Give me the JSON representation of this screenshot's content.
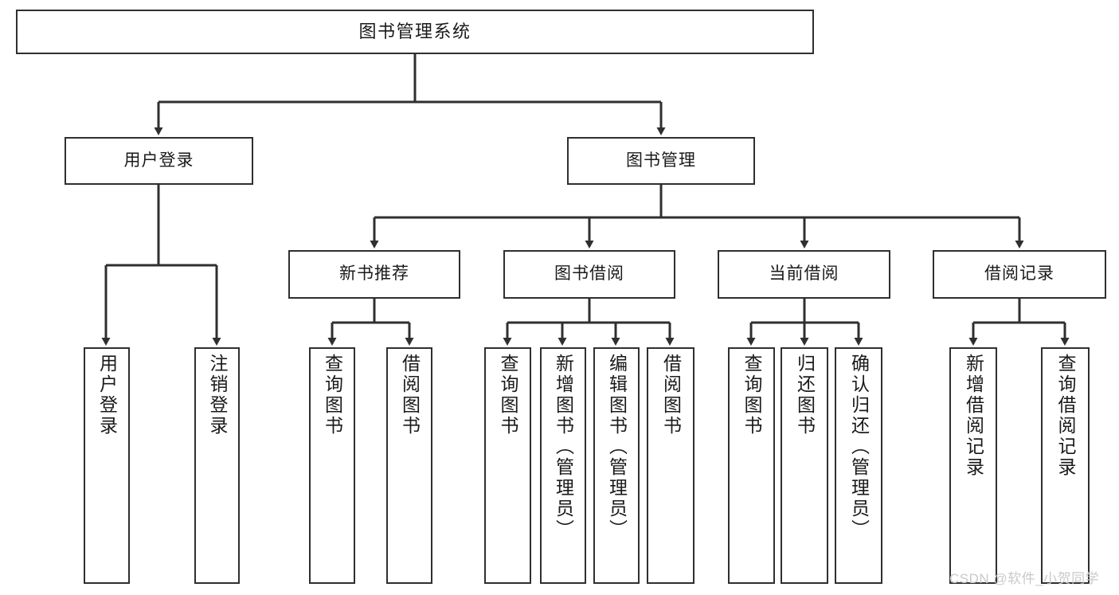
{
  "diagram": {
    "type": "tree-hierarchy-chart",
    "title": "图书管理系统",
    "watermark": "CSDN @软件_小贺同学",
    "colors": {
      "background": "#ffffff",
      "node_border": "#2f2f2f",
      "node_fill": "#ffffff",
      "edge": "#2f2f2f",
      "text": "#1a1a1a",
      "watermark": "#c9c9c9"
    },
    "levels": {
      "level1": [
        "图书管理系统"
      ],
      "level2": [
        "用户登录",
        "图书管理"
      ],
      "level3": [
        "新书推荐",
        "图书借阅",
        "当前借阅",
        "借阅记录"
      ],
      "level4": [
        "用户登录",
        "注销登录",
        "查询图书",
        "借阅图书",
        "查询图书",
        "新增图书（管理员）",
        "编辑图书（管理员）",
        "借阅图书",
        "查询图书",
        "归还图书",
        "确认归还（管理员）",
        "新增借阅记录",
        "查询借阅记录"
      ]
    },
    "nodes": {
      "root": {
        "label": "图书管理系统"
      },
      "user_login": {
        "label": "用户登录"
      },
      "book_manage": {
        "label": "图书管理"
      },
      "new_book_rec": {
        "label": "新书推荐"
      },
      "book_borrow": {
        "label": "图书借阅"
      },
      "current_borrow": {
        "label": "当前借阅"
      },
      "borrow_record": {
        "label": "借阅记录"
      },
      "leaf_user_login": {
        "label": "用户登录"
      },
      "leaf_logout": {
        "label": "注销登录"
      },
      "leaf_query_book_1": {
        "label": "查询图书"
      },
      "leaf_borrow_book_1": {
        "label": "借阅图书"
      },
      "leaf_query_book_2": {
        "label": "查询图书"
      },
      "leaf_add_book": {
        "label": "新增图书（管理员）"
      },
      "leaf_edit_book": {
        "label": "编辑图书（管理员）"
      },
      "leaf_borrow_book_2": {
        "label": "借阅图书"
      },
      "leaf_query_book_3": {
        "label": "查询图书"
      },
      "leaf_return_book": {
        "label": "归还图书"
      },
      "leaf_confirm_return": {
        "label": "确认归还（管理员）"
      },
      "leaf_add_record": {
        "label": "新增借阅记录"
      },
      "leaf_query_record": {
        "label": "查询借阅记录"
      }
    },
    "edges": [
      {
        "from": "图书管理系统",
        "to": "用户登录"
      },
      {
        "from": "图书管理系统",
        "to": "图书管理"
      },
      {
        "from": "用户登录",
        "to": "用户登录"
      },
      {
        "from": "用户登录",
        "to": "注销登录"
      },
      {
        "from": "图书管理",
        "to": "新书推荐"
      },
      {
        "from": "图书管理",
        "to": "图书借阅"
      },
      {
        "from": "图书管理",
        "to": "当前借阅"
      },
      {
        "from": "图书管理",
        "to": "借阅记录"
      },
      {
        "from": "新书推荐",
        "to": "查询图书"
      },
      {
        "from": "新书推荐",
        "to": "借阅图书"
      },
      {
        "from": "图书借阅",
        "to": "查询图书"
      },
      {
        "from": "图书借阅",
        "to": "新增图书（管理员）"
      },
      {
        "from": "图书借阅",
        "to": "编辑图书（管理员）"
      },
      {
        "from": "图书借阅",
        "to": "借阅图书"
      },
      {
        "from": "当前借阅",
        "to": "查询图书"
      },
      {
        "from": "当前借阅",
        "to": "归还图书"
      },
      {
        "from": "当前借阅",
        "to": "确认归还（管理员）"
      },
      {
        "from": "借阅记录",
        "to": "新增借阅记录"
      },
      {
        "from": "借阅记录",
        "to": "查询借阅记录"
      }
    ]
  }
}
